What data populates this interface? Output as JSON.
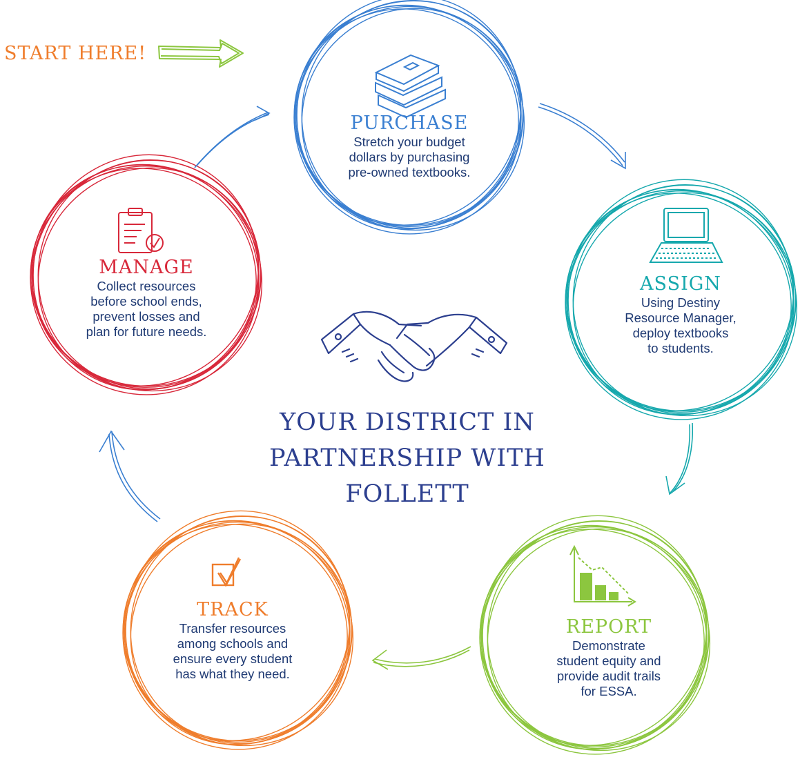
{
  "start_label": "START HERE!",
  "center_title": [
    "YOUR DISTRICT IN",
    "PARTNERSHIP WITH FOLLETT"
  ],
  "stages": {
    "purchase": {
      "title": "PURCHASE",
      "lines": [
        "Stretch your budget",
        "dollars by purchasing",
        "pre-owned textbooks."
      ],
      "color": "#3a7fd1",
      "icon": "books-icon"
    },
    "assign": {
      "title": "ASSIGN",
      "lines": [
        "Using Destiny",
        "Resource Manager,",
        "deploy textbooks",
        "to students."
      ],
      "color": "#16a8ad",
      "icon": "laptop-icon"
    },
    "report": {
      "title": "REPORT",
      "lines": [
        "Demonstrate",
        "student equity and",
        "provide audit trails",
        "for ESSA."
      ],
      "color": "#8cc63f",
      "icon": "bar-chart-icon"
    },
    "track": {
      "title": "TRACK",
      "lines": [
        "Transfer resources",
        "among schools and",
        "ensure every student",
        "has what they need."
      ],
      "color": "#ef7d2c",
      "icon": "checkbox-icon"
    },
    "manage": {
      "title": "MANAGE",
      "lines": [
        "Collect resources",
        "before school ends,",
        "prevent losses and",
        "plan for future needs."
      ],
      "color": "#d8283a",
      "icon": "clipboard-icon"
    }
  },
  "colors": {
    "navy": "#2c3f8f",
    "start_arrow": "#8cc63f",
    "start_text": "#ef7d2c"
  },
  "center_icon": "handshake-icon"
}
